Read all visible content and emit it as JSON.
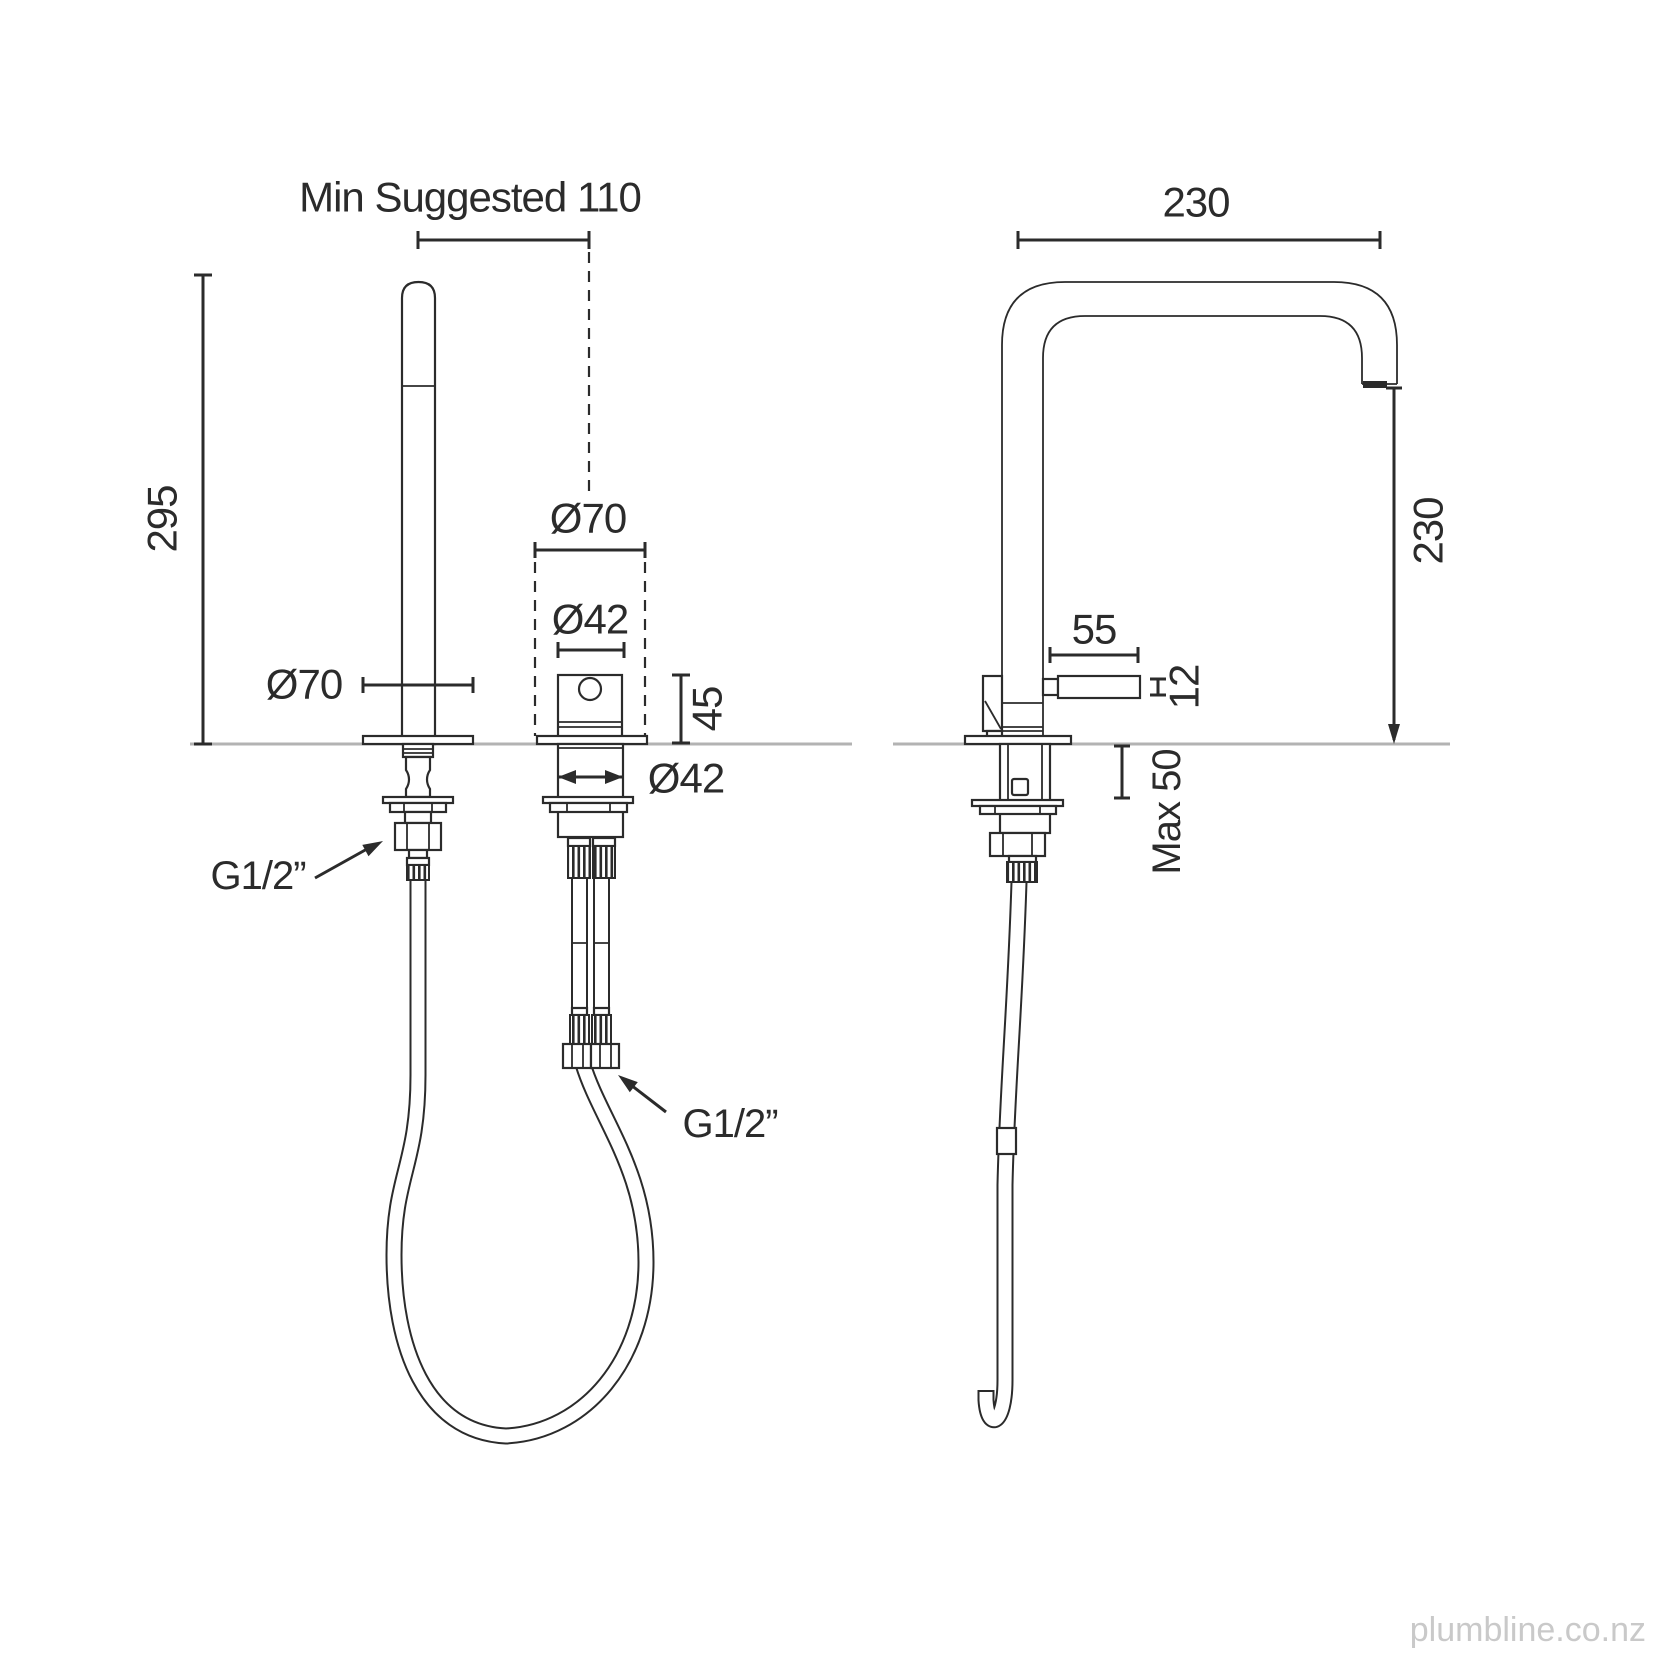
{
  "front_view": {
    "dim_min_suggested": "Min Suggested 110",
    "dim_overall_height": "295",
    "dim_spray_flange_diameter": "Ø70",
    "dim_mixer_flange_diameter": "Ø70",
    "dim_mixer_body_diameter": "Ø42",
    "dim_mixer_body_height": "45",
    "dim_mixer_shank_diameter": "Ø42",
    "label_spray_hose_connection": "G1/2”",
    "label_supply_hose_connection": "G1/2”"
  },
  "side_view": {
    "dim_spout_reach": "230",
    "dim_spout_height": "230",
    "dim_handle_length": "55",
    "dim_handle_diameter": "12",
    "dim_max_bench_thickness": "Max 50"
  },
  "watermark": "plumbline.co.nz",
  "colors": {
    "line": "#2b2b2b",
    "bench_line": "#b3b3b3",
    "watermark": "#c9c9c9",
    "background": "#ffffff"
  }
}
